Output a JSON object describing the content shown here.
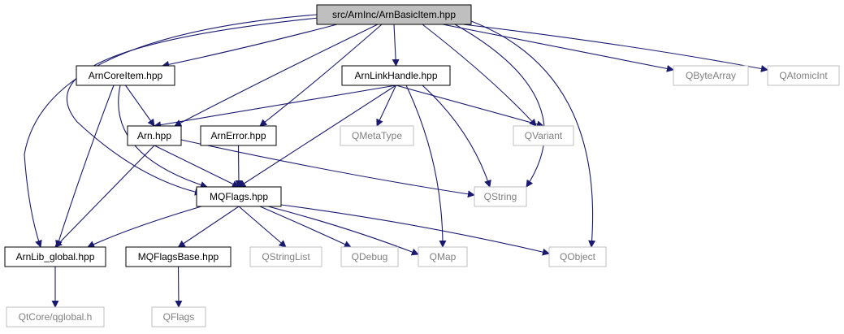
{
  "colors": {
    "edge": "#191970",
    "root_fill": "#bfbfbf",
    "node_border": "#000000",
    "external_border": "#bfbfbf",
    "node_text": "#000000",
    "external_text": "#808080"
  },
  "nodes": [
    {
      "id": "root",
      "label": "src/ArnInc/ArnBasicItem.hpp",
      "kind": "root"
    },
    {
      "id": "arncoreitem",
      "label": "ArnCoreItem.hpp",
      "kind": "internal"
    },
    {
      "id": "arnlinkhandle",
      "label": "ArnLinkHandle.hpp",
      "kind": "internal"
    },
    {
      "id": "qbytearray",
      "label": "QByteArray",
      "kind": "external"
    },
    {
      "id": "qatomicint",
      "label": "QAtomicInt",
      "kind": "external"
    },
    {
      "id": "arn",
      "label": "Arn.hpp",
      "kind": "internal"
    },
    {
      "id": "arnerror",
      "label": "ArnError.hpp",
      "kind": "internal"
    },
    {
      "id": "qmetatype",
      "label": "QMetaType",
      "kind": "external"
    },
    {
      "id": "qvariant",
      "label": "QVariant",
      "kind": "external"
    },
    {
      "id": "mqflags",
      "label": "MQFlags.hpp",
      "kind": "internal"
    },
    {
      "id": "qstring",
      "label": "QString",
      "kind": "external"
    },
    {
      "id": "arnlibglobal",
      "label": "ArnLib_global.hpp",
      "kind": "internal"
    },
    {
      "id": "mqflagsbase",
      "label": "MQFlagsBase.hpp",
      "kind": "internal"
    },
    {
      "id": "qstringlist",
      "label": "QStringList",
      "kind": "external"
    },
    {
      "id": "qdebug",
      "label": "QDebug",
      "kind": "external"
    },
    {
      "id": "qmap",
      "label": "QMap",
      "kind": "external"
    },
    {
      "id": "qobject",
      "label": "QObject",
      "kind": "external"
    },
    {
      "id": "qglobal",
      "label": "QtCore/qglobal.h",
      "kind": "external"
    },
    {
      "id": "qflags",
      "label": "QFlags",
      "kind": "external"
    }
  ],
  "edges": [
    {
      "from": "root",
      "to": "arncoreitem"
    },
    {
      "from": "root",
      "to": "arnlinkhandle"
    },
    {
      "from": "root",
      "to": "qbytearray"
    },
    {
      "from": "root",
      "to": "qatomicint"
    },
    {
      "from": "root",
      "to": "arn"
    },
    {
      "from": "root",
      "to": "arnerror"
    },
    {
      "from": "root",
      "to": "qvariant"
    },
    {
      "from": "root",
      "to": "qstring"
    },
    {
      "from": "root",
      "to": "qobject"
    },
    {
      "from": "root",
      "to": "mqflags"
    },
    {
      "from": "root",
      "to": "arnlibglobal"
    },
    {
      "from": "arncoreitem",
      "to": "arn"
    },
    {
      "from": "arncoreitem",
      "to": "mqflags"
    },
    {
      "from": "arncoreitem",
      "to": "arnlibglobal"
    },
    {
      "from": "arnlinkhandle",
      "to": "arn"
    },
    {
      "from": "arnlinkhandle",
      "to": "qmetatype"
    },
    {
      "from": "arnlinkhandle",
      "to": "qvariant"
    },
    {
      "from": "arnlinkhandle",
      "to": "qstring"
    },
    {
      "from": "arnlinkhandle",
      "to": "mqflags"
    },
    {
      "from": "arnlinkhandle",
      "to": "qmap"
    },
    {
      "from": "arn",
      "to": "mqflags"
    },
    {
      "from": "arn",
      "to": "qstring"
    },
    {
      "from": "arn",
      "to": "arnlibglobal"
    },
    {
      "from": "arnerror",
      "to": "mqflags"
    },
    {
      "from": "mqflags",
      "to": "arnlibglobal"
    },
    {
      "from": "mqflags",
      "to": "mqflagsbase"
    },
    {
      "from": "mqflags",
      "to": "qstringlist"
    },
    {
      "from": "mqflags",
      "to": "qdebug"
    },
    {
      "from": "mqflags",
      "to": "qmap"
    },
    {
      "from": "mqflags",
      "to": "qobject"
    },
    {
      "from": "arnlibglobal",
      "to": "qglobal"
    },
    {
      "from": "mqflagsbase",
      "to": "qflags"
    }
  ]
}
